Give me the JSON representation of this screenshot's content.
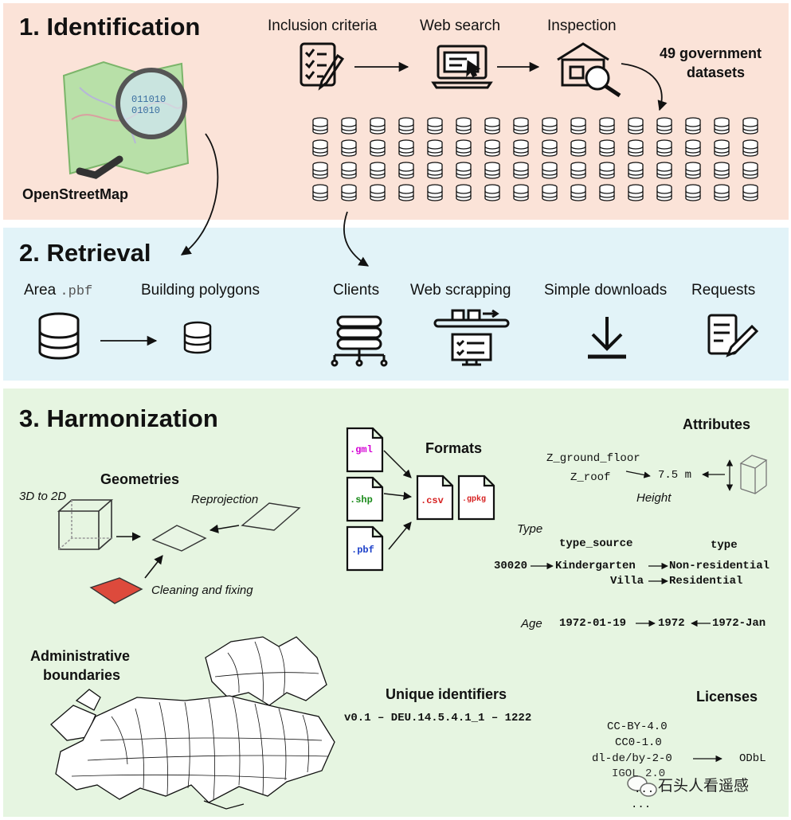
{
  "identification": {
    "title": "1. Identification",
    "osm_label": "OpenStreetMap",
    "steps": [
      "Inclusion criteria",
      "Web search",
      "Inspection"
    ],
    "result_label_line1": "49 government",
    "result_label_line2": "datasets",
    "dataset_count": 49
  },
  "retrieval": {
    "title": "2. Retrieval",
    "area_label": "Area",
    "area_ext": ".pbf",
    "building_label": "Building polygons",
    "methods": [
      "Clients",
      "Web scrapping",
      "Simple downloads",
      "Requests"
    ]
  },
  "harmonization": {
    "title": "3. Harmonization",
    "geometries": {
      "title": "Geometries",
      "step_3d": "3D to 2D",
      "step_reproj": "Reprojection",
      "step_clean": "Cleaning and fixing"
    },
    "formats": {
      "title": "Formats",
      "inputs": [
        ".gml",
        ".shp",
        ".pbf"
      ],
      "outputs": [
        ".csv",
        ".gpkg"
      ],
      "colors": {
        "gml": "#d400d4",
        "shp": "#1a8a1a",
        "pbf": "#1b3fc9",
        "out": "#d62020"
      }
    },
    "attributes": {
      "title": "Attributes",
      "z_ground": "Z_ground_floor",
      "z_roof": "Z_roof",
      "height_value": "7.5 m",
      "height_label": "Height",
      "type_label": "Type",
      "type_source_header": "type_source",
      "type_header": "type",
      "type_code": "30020",
      "type_src1": "Kindergarten",
      "type_out1": "Non-residential",
      "type_src2": "Villa",
      "type_out2": "Residential",
      "age_label": "Age",
      "age_in1": "1972-01-19",
      "age_out": "1972",
      "age_in2": "1972-Jan"
    },
    "admin_label_line1": "Administrative",
    "admin_label_line2": "boundaries",
    "unique": {
      "title": "Unique identifiers",
      "example": "v0.1 – DEU.14.5.4.1_1 – 1222"
    },
    "licenses": {
      "title": "Licenses",
      "items": [
        "CC-BY-4.0",
        "CC0-1.0",
        "dl-de/by-2-0",
        "IGOL 2.0",
        "...",
        "..."
      ],
      "target": "ODbL"
    },
    "watermark": "石头人看遥感"
  }
}
